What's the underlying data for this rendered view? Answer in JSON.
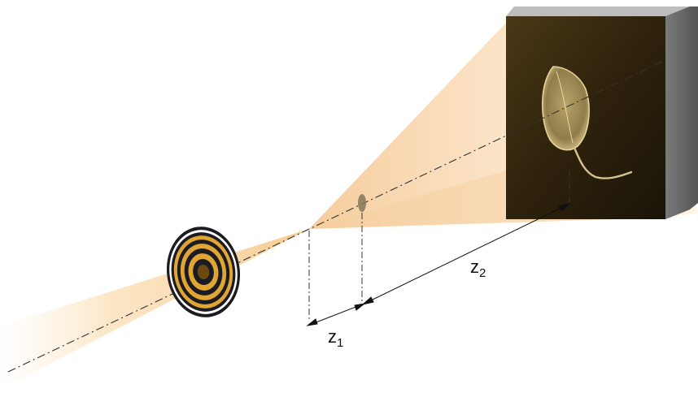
{
  "labels": {
    "z1": {
      "base": "z",
      "sub": "1"
    },
    "z2": {
      "base": "z",
      "sub": "2"
    }
  },
  "colors": {
    "beam": "#f6c98a",
    "zone_plate_ring": "#e0a532",
    "zone_plate_dark": "#1b1b22",
    "detector_face": "#3a2a10",
    "detector_side": "#6e6e6e",
    "detector_top": "#b6b6b6",
    "specimen": "#c9b98a",
    "axis_line": "#333333"
  },
  "icons": {
    "zone_plate": "fresnel-zone-plate",
    "specimen": "sample",
    "detector": "detector-screen",
    "hologram": "leaf-hologram"
  }
}
